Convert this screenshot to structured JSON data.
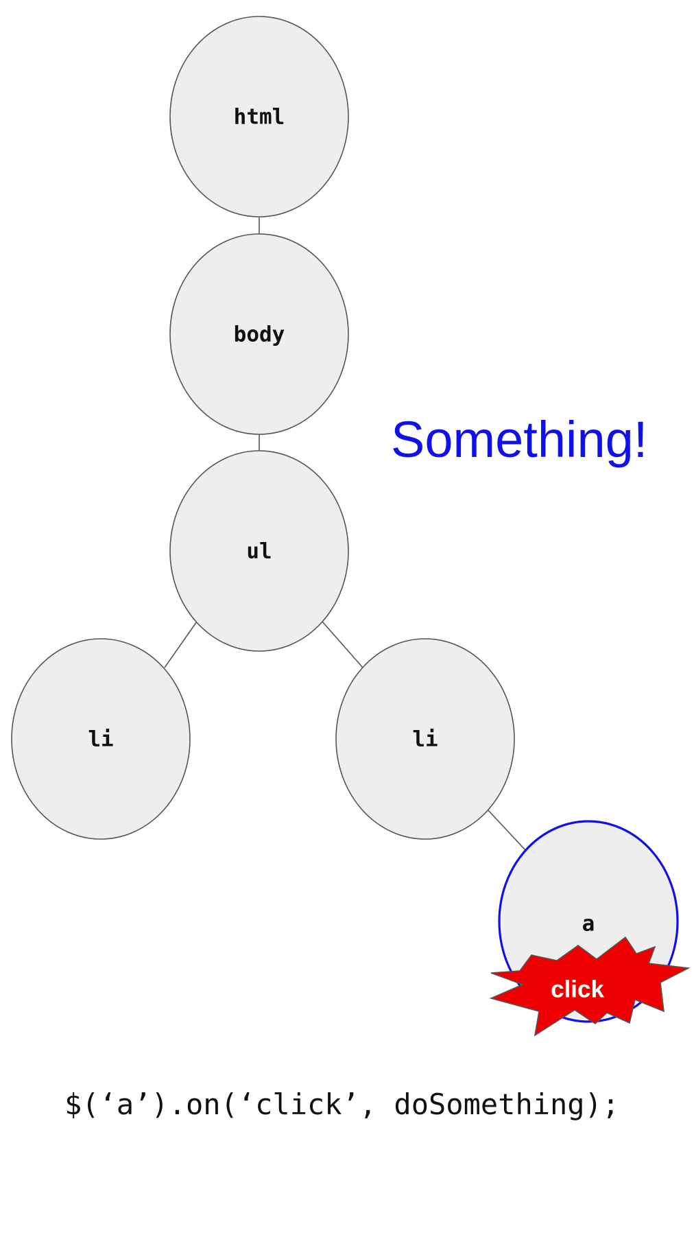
{
  "tree": {
    "nodes": {
      "html": "html",
      "body": "body",
      "ul": "ul",
      "li_left": "li",
      "li_right": "li",
      "a": "a"
    },
    "highlighted_node": "a",
    "highlight_color": "#1010e8",
    "node_fill_color": "#eeeeee"
  },
  "event": {
    "label": "click",
    "burst_color": "#ee0000"
  },
  "callout": {
    "text": "Something!",
    "color": "#1010e8"
  },
  "code": {
    "line": "$(‘a’).on(‘click’, doSomething);"
  }
}
